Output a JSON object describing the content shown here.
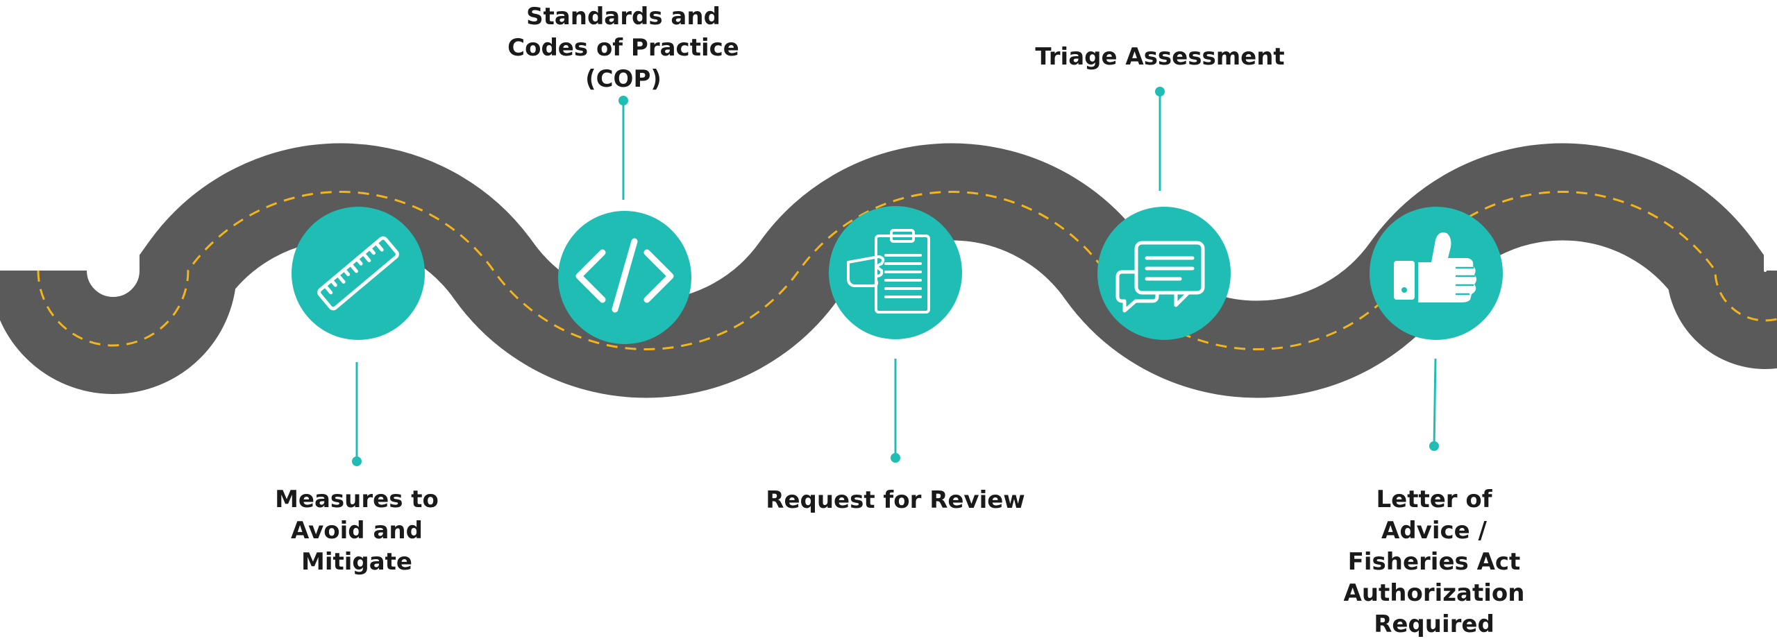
{
  "colors": {
    "road": "#5a5a5a",
    "dash": "#f2b51c",
    "accent": "#20bdb4",
    "icon": "#ffffff",
    "text": "#1a1a1a"
  },
  "steps": [
    {
      "icon": "ruler-icon",
      "label_lines": [
        "Measures to",
        "Avoid and",
        "Mitigate"
      ]
    },
    {
      "icon": "code-icon",
      "label_lines": [
        "Standards and",
        "Codes of Practice",
        "(COP)"
      ]
    },
    {
      "icon": "clipboard-icon",
      "label_lines": [
        "Request for Review"
      ]
    },
    {
      "icon": "chat-bubbles-icon",
      "label_lines": [
        "Triage Assessment"
      ]
    },
    {
      "icon": "thumbs-up-icon",
      "label_lines": [
        "Letter of",
        "Advice /",
        "Fisheries Act",
        "Authorization",
        "Required"
      ]
    }
  ]
}
